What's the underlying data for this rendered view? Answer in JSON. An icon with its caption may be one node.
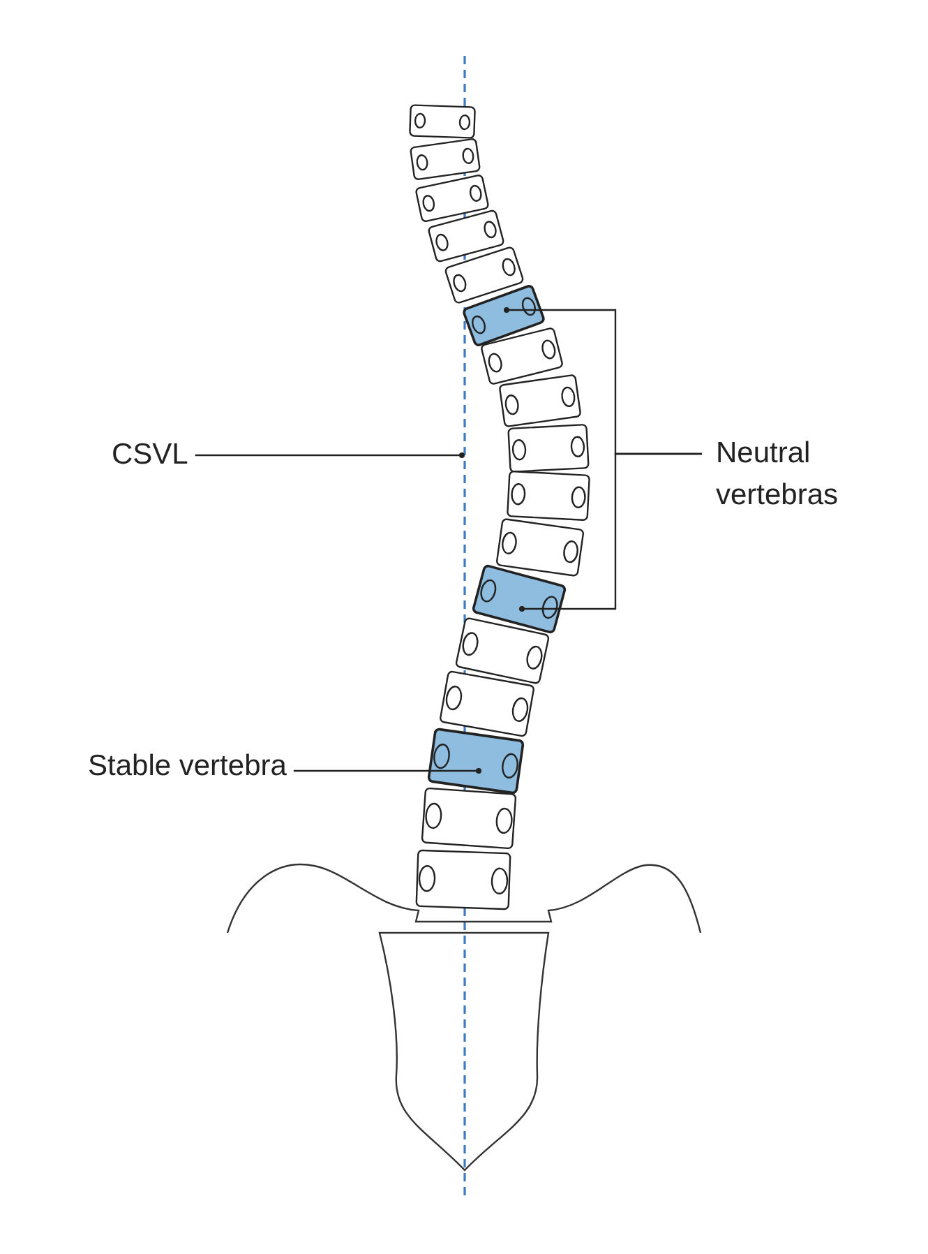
{
  "diagram": {
    "nodes": [
      {
        "text": [
          "CSVL"
        ]
      },
      {
        "text": [
          "Neutral vertebras"
        ]
      },
      {
        "text": [
          "Stable vertebra"
        ]
      },
      {
        "text": [],
        "shape": "line"
      },
      {
        "text": [],
        "shape": "box"
      },
      {
        "text": [],
        "shape": "box"
      },
      {
        "text": [],
        "shape": "box"
      }
    ],
    "edges": [
      {
        "from": 0,
        "to": 3,
        "arrow": "other"
      },
      {
        "from": 1,
        "to": 4,
        "arrow": "other"
      },
      {
        "from": 1,
        "to": 5,
        "arrow": "other"
      },
      {
        "from": 2,
        "to": 6,
        "arrow": "other"
      }
    ]
  }
}
